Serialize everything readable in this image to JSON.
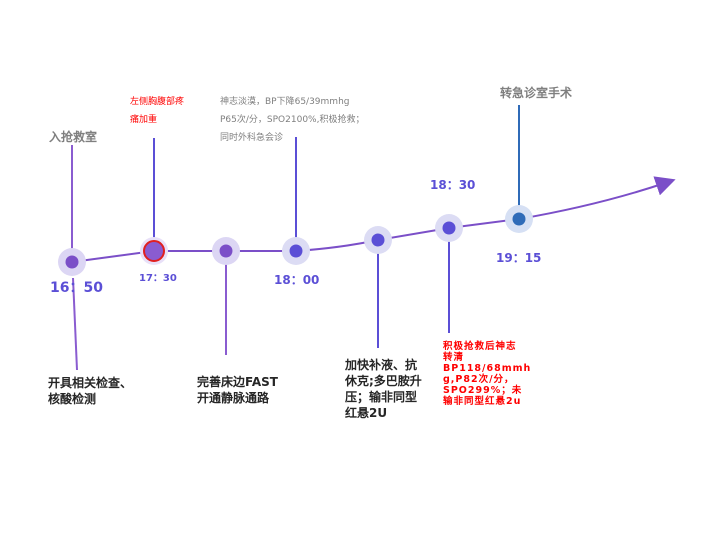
{
  "events": [
    {
      "time": "16：50",
      "top": "入抢救室",
      "bottom": "开具相关检查、\n核酸检测"
    },
    {
      "time": "17：30",
      "top": "左侧胸腹部疼\n痛加重"
    },
    {
      "bottom": "完善床边FAST\n开通静脉通路"
    },
    {
      "time": "18：00",
      "top": "神志淡漠，BP下降65/39mmhg\nP65次/分，SPO2100%,积极抢救；\n同时外科急会诊"
    },
    {
      "bottom": "加快补液、抗\n休克;多巴胺升\n压；输非同型\n红悬2U"
    },
    {
      "time": "18：30",
      "bottom": "积极抢救后神志\n转清\nBP118/68mmh\ng,P82次/分，\nSPO299%；未\n输非同型红悬2u"
    },
    {
      "time": "19：15",
      "top": "转急诊室手术"
    }
  ],
  "colors": {
    "line": "#7b4fc8",
    "node": "#5b4fd6",
    "alert": "#e02020",
    "final": "#2f6bb8",
    "text_red": "#ff0000"
  }
}
